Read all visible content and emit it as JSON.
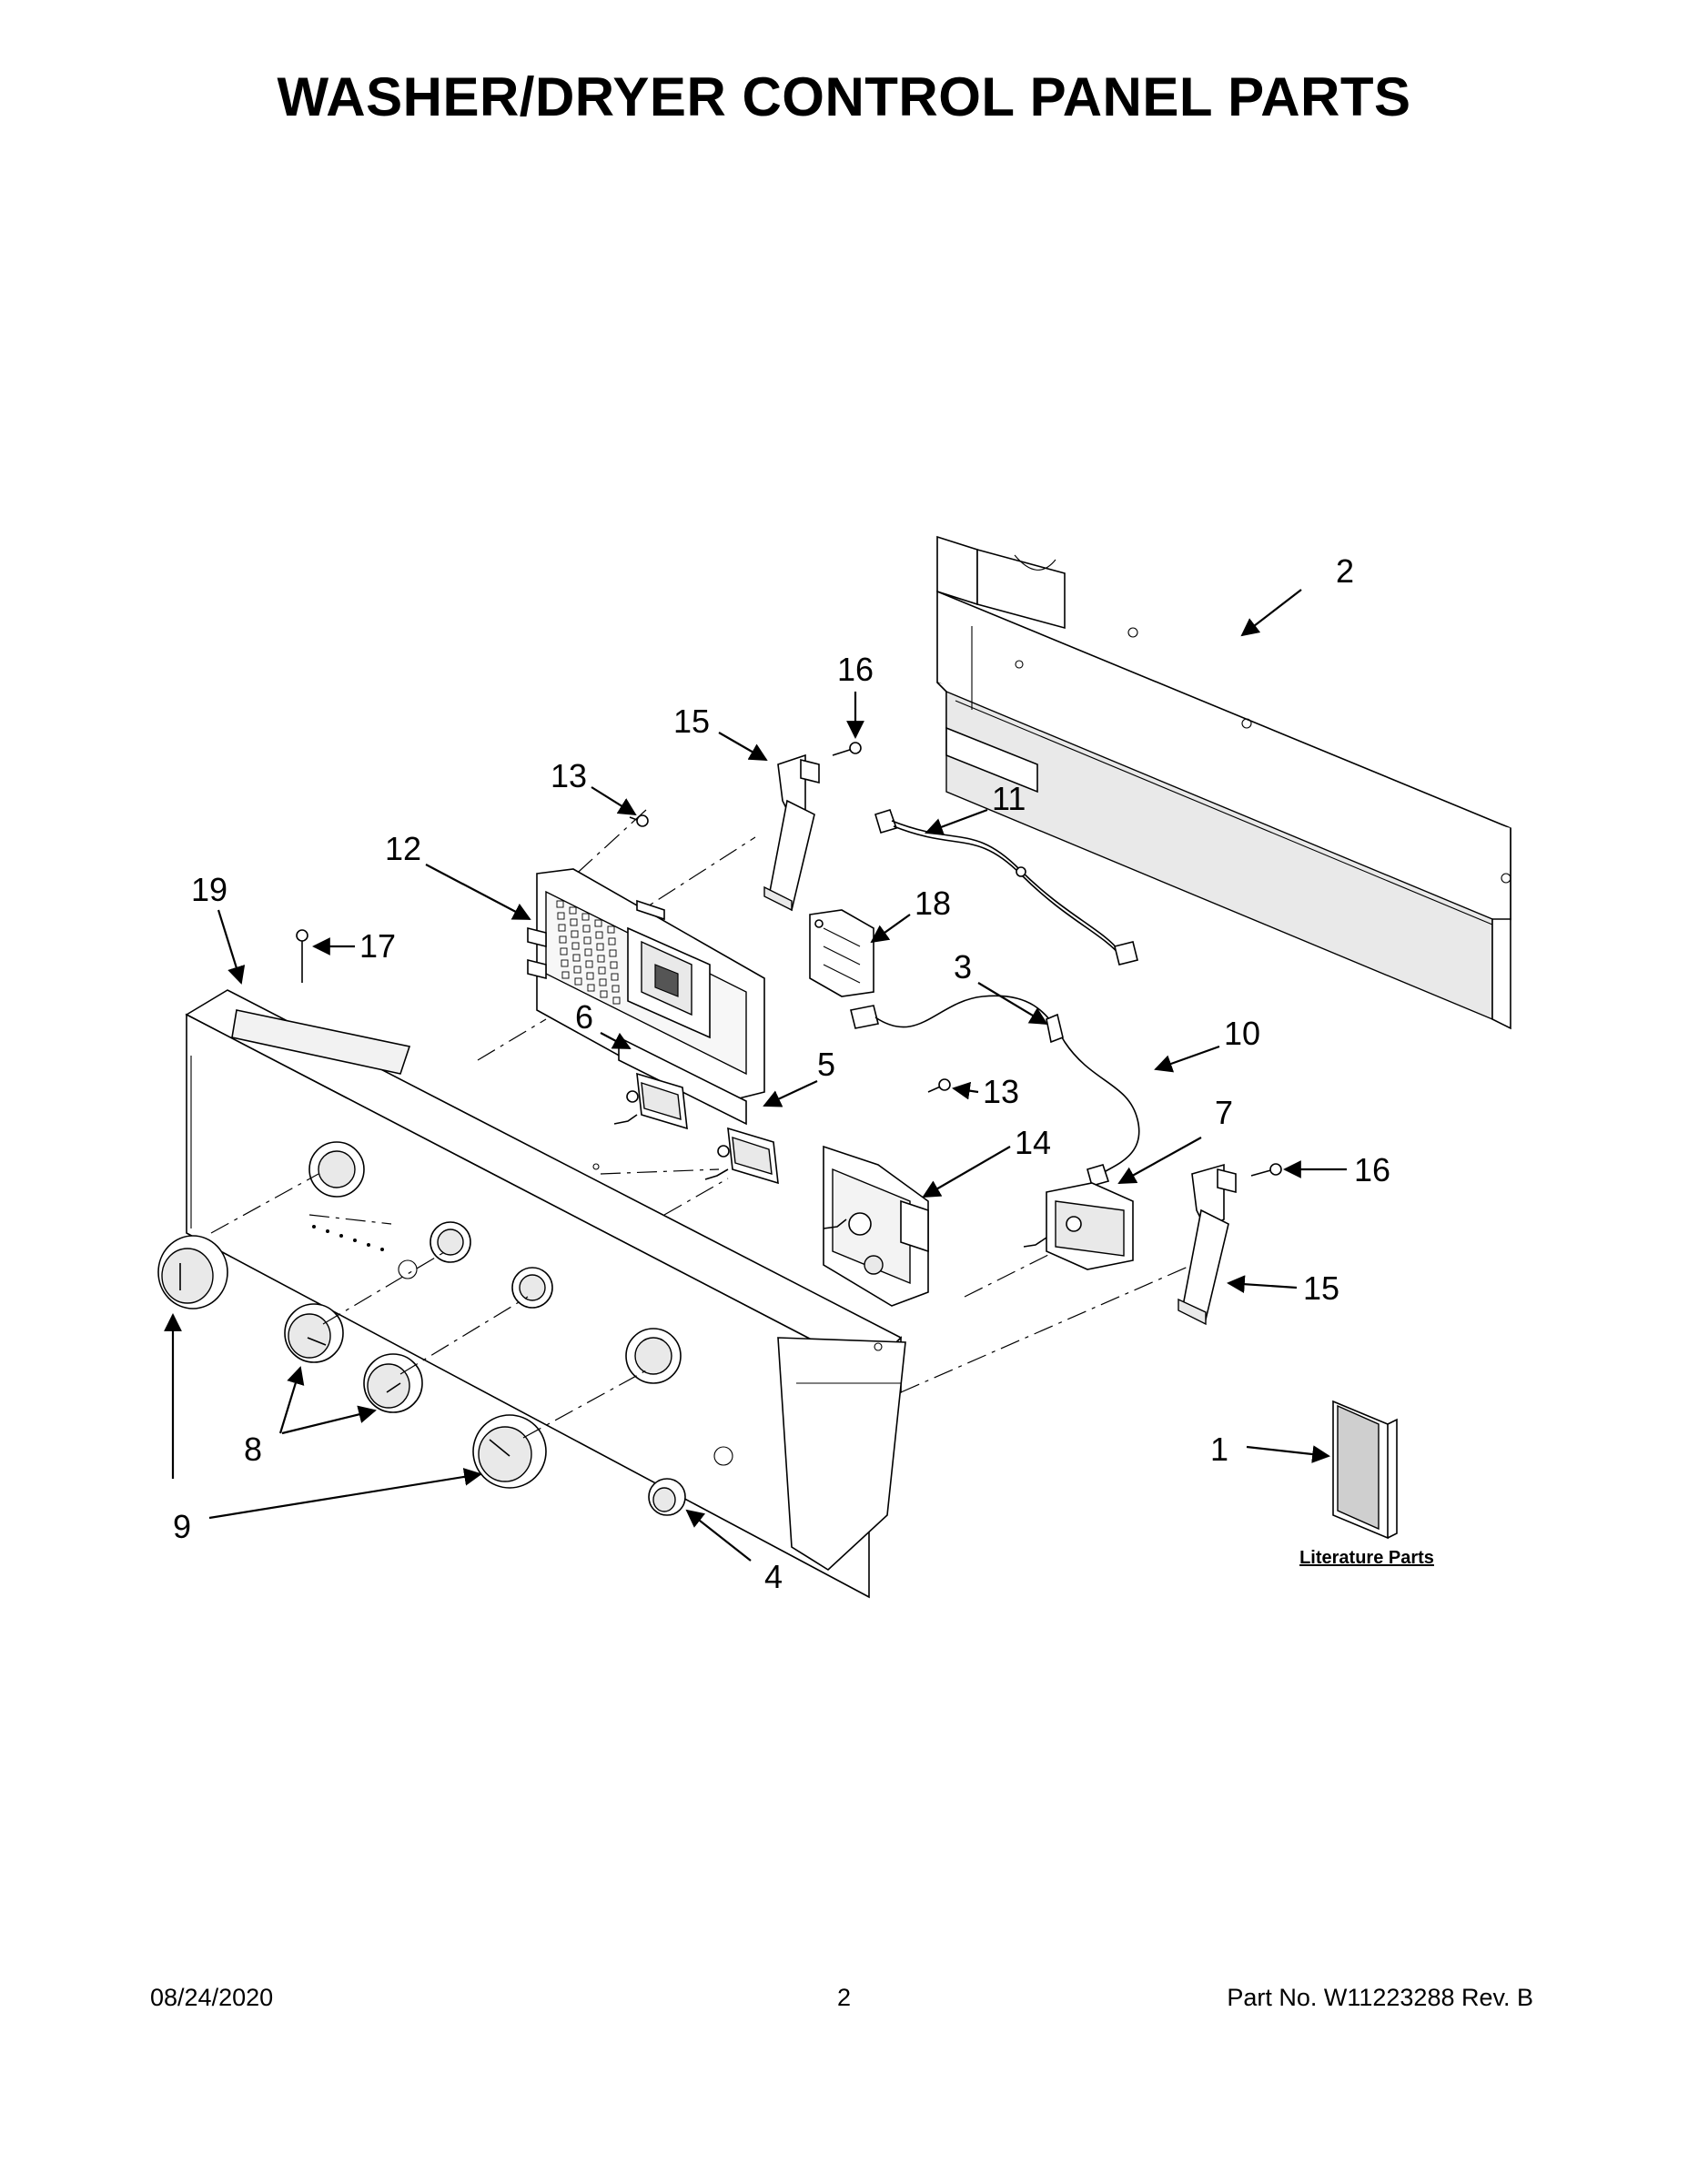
{
  "title": "WASHER/DRYER CONTROL PANEL PARTS",
  "callouts": {
    "p1": "1",
    "p2": "2",
    "p3": "3",
    "p4": "4",
    "p5": "5",
    "p6": "6",
    "p7": "7",
    "p8": "8",
    "p9": "9",
    "p10": "10",
    "p11": "11",
    "p12": "12",
    "p13a": "13",
    "p13b": "13",
    "p14": "14",
    "p15a": "15",
    "p15b": "15",
    "p16a": "16",
    "p16b": "16",
    "p17": "17",
    "p18": "18",
    "p19": "19"
  },
  "literature_label": "Literature Parts",
  "footer": {
    "date": "08/24/2020",
    "page": "2",
    "part_number": "Part No.  W11223288  Rev.  B"
  }
}
